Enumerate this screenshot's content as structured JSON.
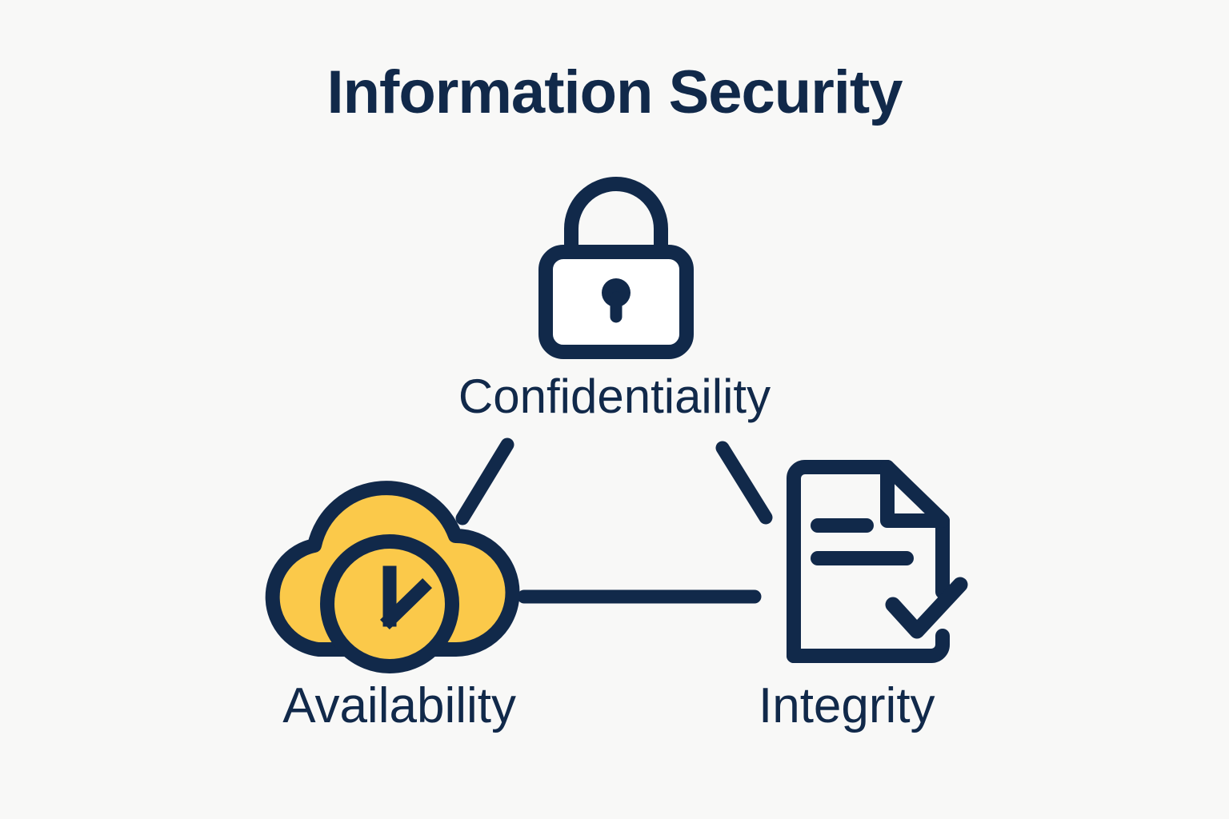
{
  "diagram": {
    "title": "Information Security",
    "background_color": "#f8f8f7",
    "stroke_color": "#11294a",
    "accent_color": "#fbc94a",
    "nodes": [
      {
        "id": "confidentiality",
        "label": "Confidentiaility",
        "icon": "padlock-icon",
        "position": "top-center"
      },
      {
        "id": "availability",
        "label": "Availability",
        "icon": "cloud-clock-icon",
        "position": "bottom-left"
      },
      {
        "id": "integrity",
        "label": "Integrity",
        "icon": "document-check-icon",
        "position": "bottom-right"
      }
    ],
    "connectors": [
      {
        "id": "availability-to-confidentiality",
        "from": "availability",
        "to": "confidentiality",
        "style": "diagonal"
      },
      {
        "id": "confidentiality-to-integrity",
        "from": "confidentiality",
        "to": "integrity",
        "style": "diagonal"
      },
      {
        "id": "availability-to-integrity",
        "from": "availability",
        "to": "integrity",
        "style": "horizontal"
      }
    ]
  }
}
